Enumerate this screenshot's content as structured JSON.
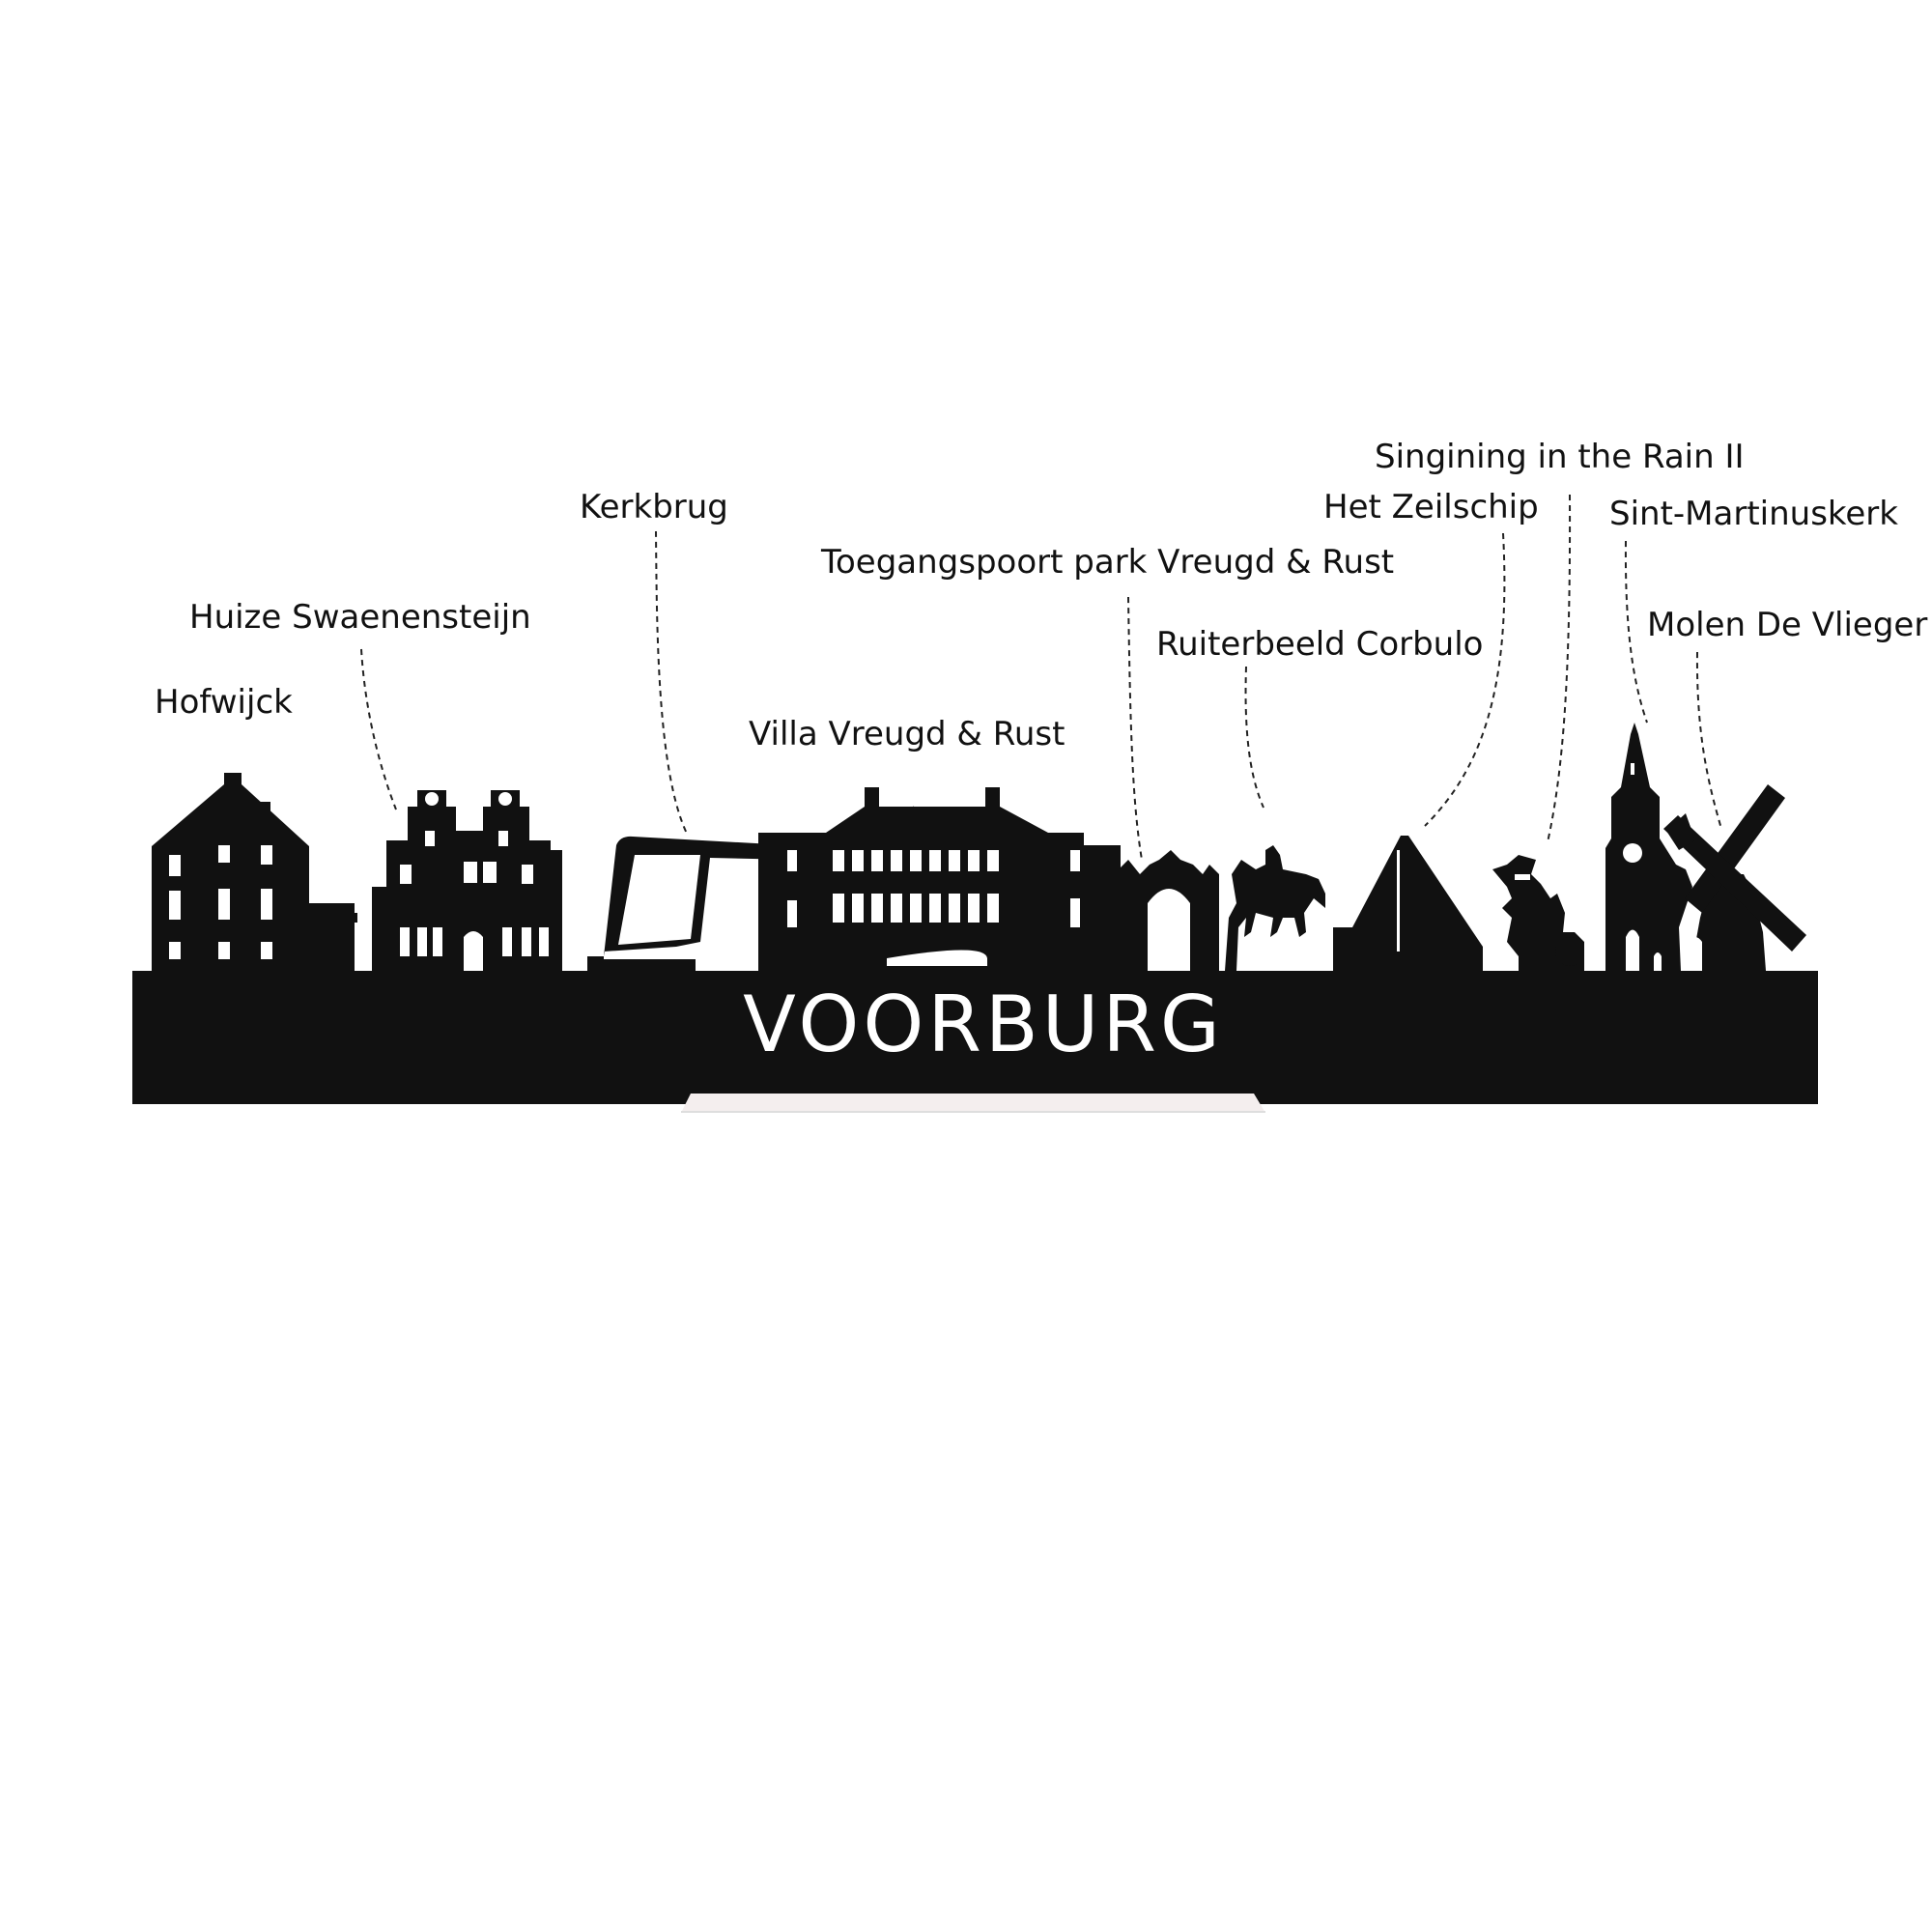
{
  "city_name": "VOORBURG",
  "colors": {
    "silhouette": "#111111",
    "cutout": "#ffffff",
    "stand": "#f4eeee",
    "leader": "#222222"
  },
  "labels": [
    {
      "id": "hofwijck",
      "text": "Hofwijck"
    },
    {
      "id": "huize",
      "text": "Huize Swaenensteijn"
    },
    {
      "id": "kerkbrug",
      "text": "Kerkbrug"
    },
    {
      "id": "villa",
      "text": "Villa Vreugd & Rust"
    },
    {
      "id": "toegang",
      "text": "Toegangspoort park Vreugd & Rust"
    },
    {
      "id": "ruiter",
      "text": "Ruiterbeeld Corbulo"
    },
    {
      "id": "zeilschip",
      "text": "Het Zeilschip"
    },
    {
      "id": "singing",
      "text": "Singining in the Rain II"
    },
    {
      "id": "martinus",
      "text": "Sint-Martinuskerk"
    },
    {
      "id": "molen",
      "text": "Molen De Vlieger"
    }
  ]
}
